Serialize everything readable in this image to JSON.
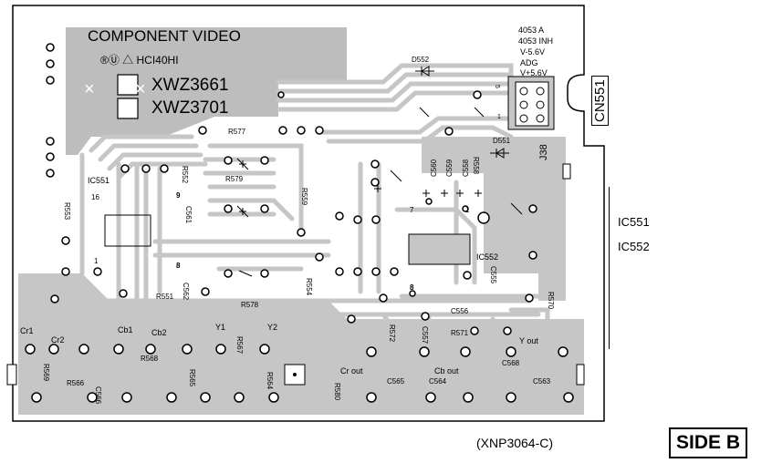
{
  "board": {
    "title": "COMPONENT VIDEO",
    "marks": "®Ⓤ △ HCI40HI",
    "model_1": "XWZ3661",
    "model_2": "XWZ3701",
    "part_number": "(XNP3064-C)",
    "side": "SIDE B"
  },
  "connector": {
    "name": "CN551",
    "jumper": "J38",
    "pin_labels": [
      "4053 A",
      "4053 INH",
      "V-5.6V",
      "ADG",
      "V+5.6V"
    ],
    "pin_numbers": [
      "5",
      "1"
    ]
  },
  "ic_legend": [
    "IC551",
    "IC552"
  ],
  "ics": [
    "IC551",
    "IC552"
  ],
  "components": {
    "diodes": [
      "D552",
      "D551"
    ],
    "capacitors": [
      "C560",
      "C559",
      "C558",
      "C561",
      "C562",
      "C555",
      "C556",
      "C557",
      "C565",
      "C564",
      "C566",
      "C568",
      "C563"
    ],
    "resistors": [
      "R577",
      "R579",
      "R552",
      "R559",
      "R553",
      "R551",
      "R578",
      "R554",
      "R558",
      "R570",
      "R572",
      "R571",
      "R568",
      "R569",
      "R566",
      "R565",
      "R567",
      "R564",
      "R580"
    ]
  },
  "ports": [
    "Cr1",
    "Cr2",
    "Cb1",
    "Cb2",
    "Y1",
    "Y2",
    "Cr out",
    "Cb out",
    "Y out"
  ],
  "pin_marks": [
    "16",
    "9",
    "8",
    "1",
    "7",
    "1",
    "8"
  ],
  "colors": {
    "board_fill": "#ffffff",
    "copper": "#c6c6c6",
    "ground_plane": "#bdbdbd",
    "ink": "#000000"
  }
}
